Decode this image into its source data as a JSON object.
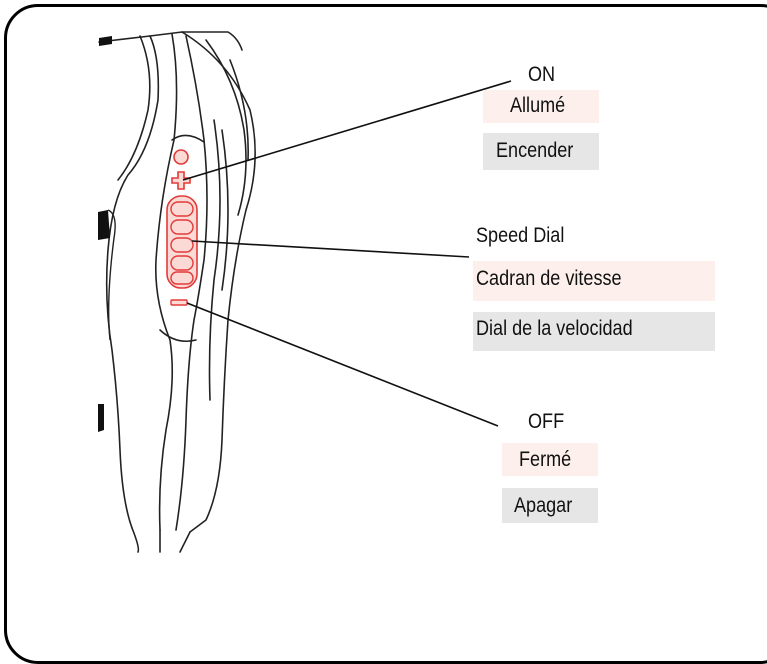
{
  "colors": {
    "french_highlight": "#fdf0ec",
    "spanish_highlight": "#e6e6e6",
    "control_red": "#e23a3a",
    "control_fill": "#fbd9d5"
  },
  "callouts": {
    "on": {
      "english": "ON",
      "french": "Allumé",
      "spanish": "Encender"
    },
    "speed": {
      "english": "Speed Dial",
      "french": "Cadran de vitesse",
      "spanish": "Dial de la velocidad"
    },
    "off": {
      "english": "OFF",
      "french": "Fermé",
      "spanish": "Apagar"
    }
  },
  "icons": {
    "power_led": "indicator-dot-icon",
    "increase": "plus-icon",
    "decrease": "minus-icon",
    "dial": "speed-dial-wheel"
  }
}
